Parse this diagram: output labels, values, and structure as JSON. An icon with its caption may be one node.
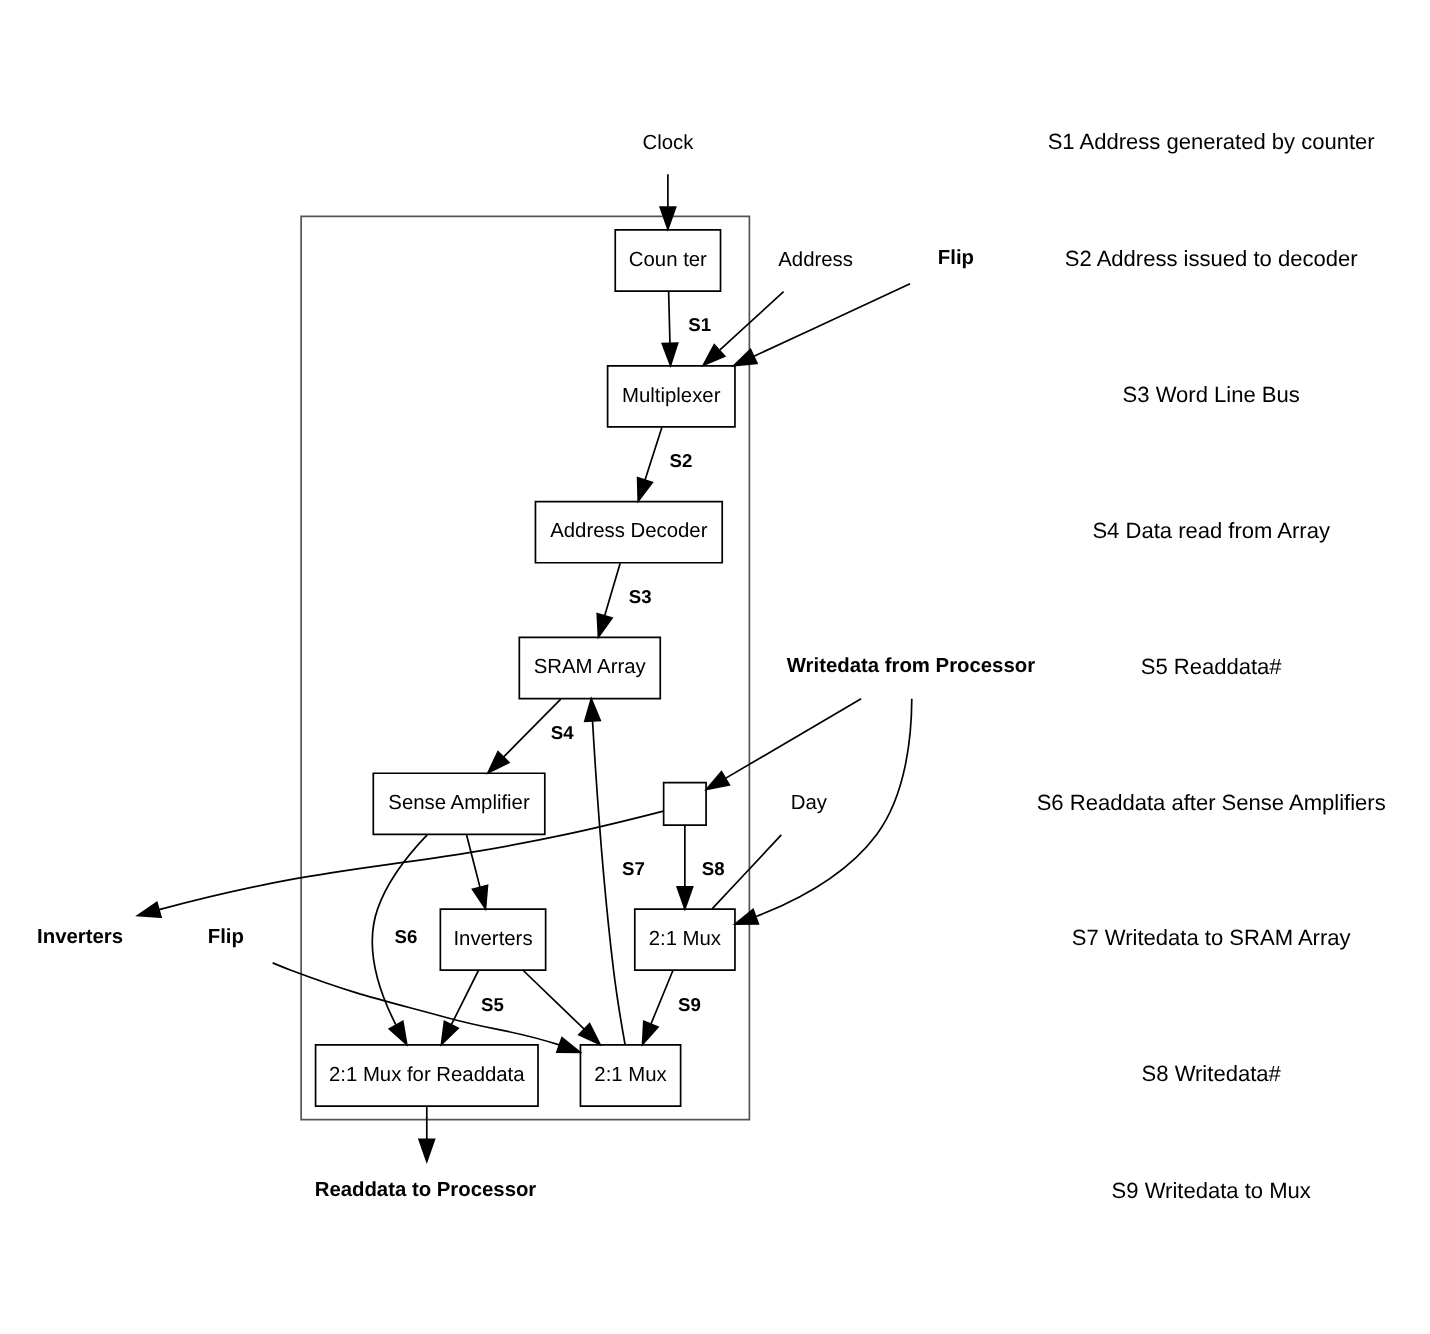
{
  "diagram": {
    "nodes": [
      {
        "text": [],
        "shape": "box"
      },
      {
        "text": [
          "Multiplexer"
        ],
        "in": 0
      },
      {
        "text": [
          "Address Decoder"
        ],
        "in": 0
      },
      {
        "text": [
          "SRAM Array"
        ],
        "in": 0
      },
      {
        "text": [
          "Coun ter"
        ],
        "in": 0
      },
      {
        "text": [
          "Sense Amplifier"
        ],
        "in": 0
      },
      {
        "text": [
          "Inverters"
        ],
        "in": 0
      },
      {
        "text": [
          "2:1 Mux"
        ],
        "in": 0
      },
      {
        "text": [
          "2:1 Mux for Readdata"
        ],
        "in": 0
      },
      {
        "text": [
          "2:1 Mux"
        ],
        "in": 0
      },
      {
        "text": [],
        "shape": "box",
        "in": 0
      },
      {
        "text": [
          "Address"
        ]
      },
      {
        "text": [
          "Flip"
        ]
      },
      {
        "text": [
          "Clock"
        ]
      },
      {
        "text": [
          "Flip"
        ]
      },
      {
        "text": [
          "Readdata to Processor"
        ]
      },
      {
        "text": [
          "Writedata from Processor"
        ]
      },
      {
        "text": [
          "Inverters"
        ]
      },
      {
        "text": [
          "Day"
        ]
      }
    ],
    "edges": [
      {
        "from": 11,
        "to": 1,
        "arrow": "to"
      },
      {
        "from": 12,
        "to": 1,
        "arrow": "to"
      },
      {
        "from": 4,
        "to": 1,
        "arrow": "to",
        "label": "S1"
      },
      {
        "from": 1,
        "to": 2,
        "arrow": "to",
        "label": "S2"
      },
      {
        "from": 2,
        "to": 3,
        "arrow": "to",
        "label": "S3"
      },
      {
        "from": 3,
        "to": 5,
        "arrow": "to",
        "label": "S4"
      },
      {
        "from": 5,
        "to": 6,
        "arrow": "to"
      },
      {
        "from": 5,
        "to": 8,
        "arrow": "to",
        "label": "S6"
      },
      {
        "from": 6,
        "to": 8,
        "arrow": "to",
        "label": "S5"
      },
      {
        "from": 6,
        "to": 7,
        "arrow": "to"
      },
      {
        "from": 7,
        "to": 3,
        "arrow": "to",
        "label": "S7"
      },
      {
        "from": 9,
        "to": 7,
        "arrow": "to",
        "label": "S9"
      },
      {
        "from": 14,
        "to": 7,
        "arrow": "to"
      },
      {
        "from": 13,
        "to": 4,
        "arrow": "to"
      },
      {
        "from": 8,
        "to": 15,
        "arrow": "to"
      },
      {
        "from": 16,
        "to": 9,
        "arrow": "to"
      },
      {
        "from": 16,
        "to": 10,
        "arrow": "to"
      },
      {
        "from": 10,
        "to": 9,
        "arrow": "to",
        "label": "S8"
      },
      {
        "from": 10,
        "to": 17,
        "arrow": "to"
      },
      {
        "from": 18,
        "to": 9,
        "arrow": "none"
      }
    ],
    "labels": [
      "S1 Address generated by counter",
      "S2 Address issued to decoder",
      "S3 Word Line Bus",
      "S4 Data read from Array",
      "S5 Readdata#",
      "S6 Readdata after Sense Amplifiers",
      "S7 Writedata to SRAM Array",
      "S8 Writedata#",
      "S9 Writedata to Mux"
    ]
  }
}
